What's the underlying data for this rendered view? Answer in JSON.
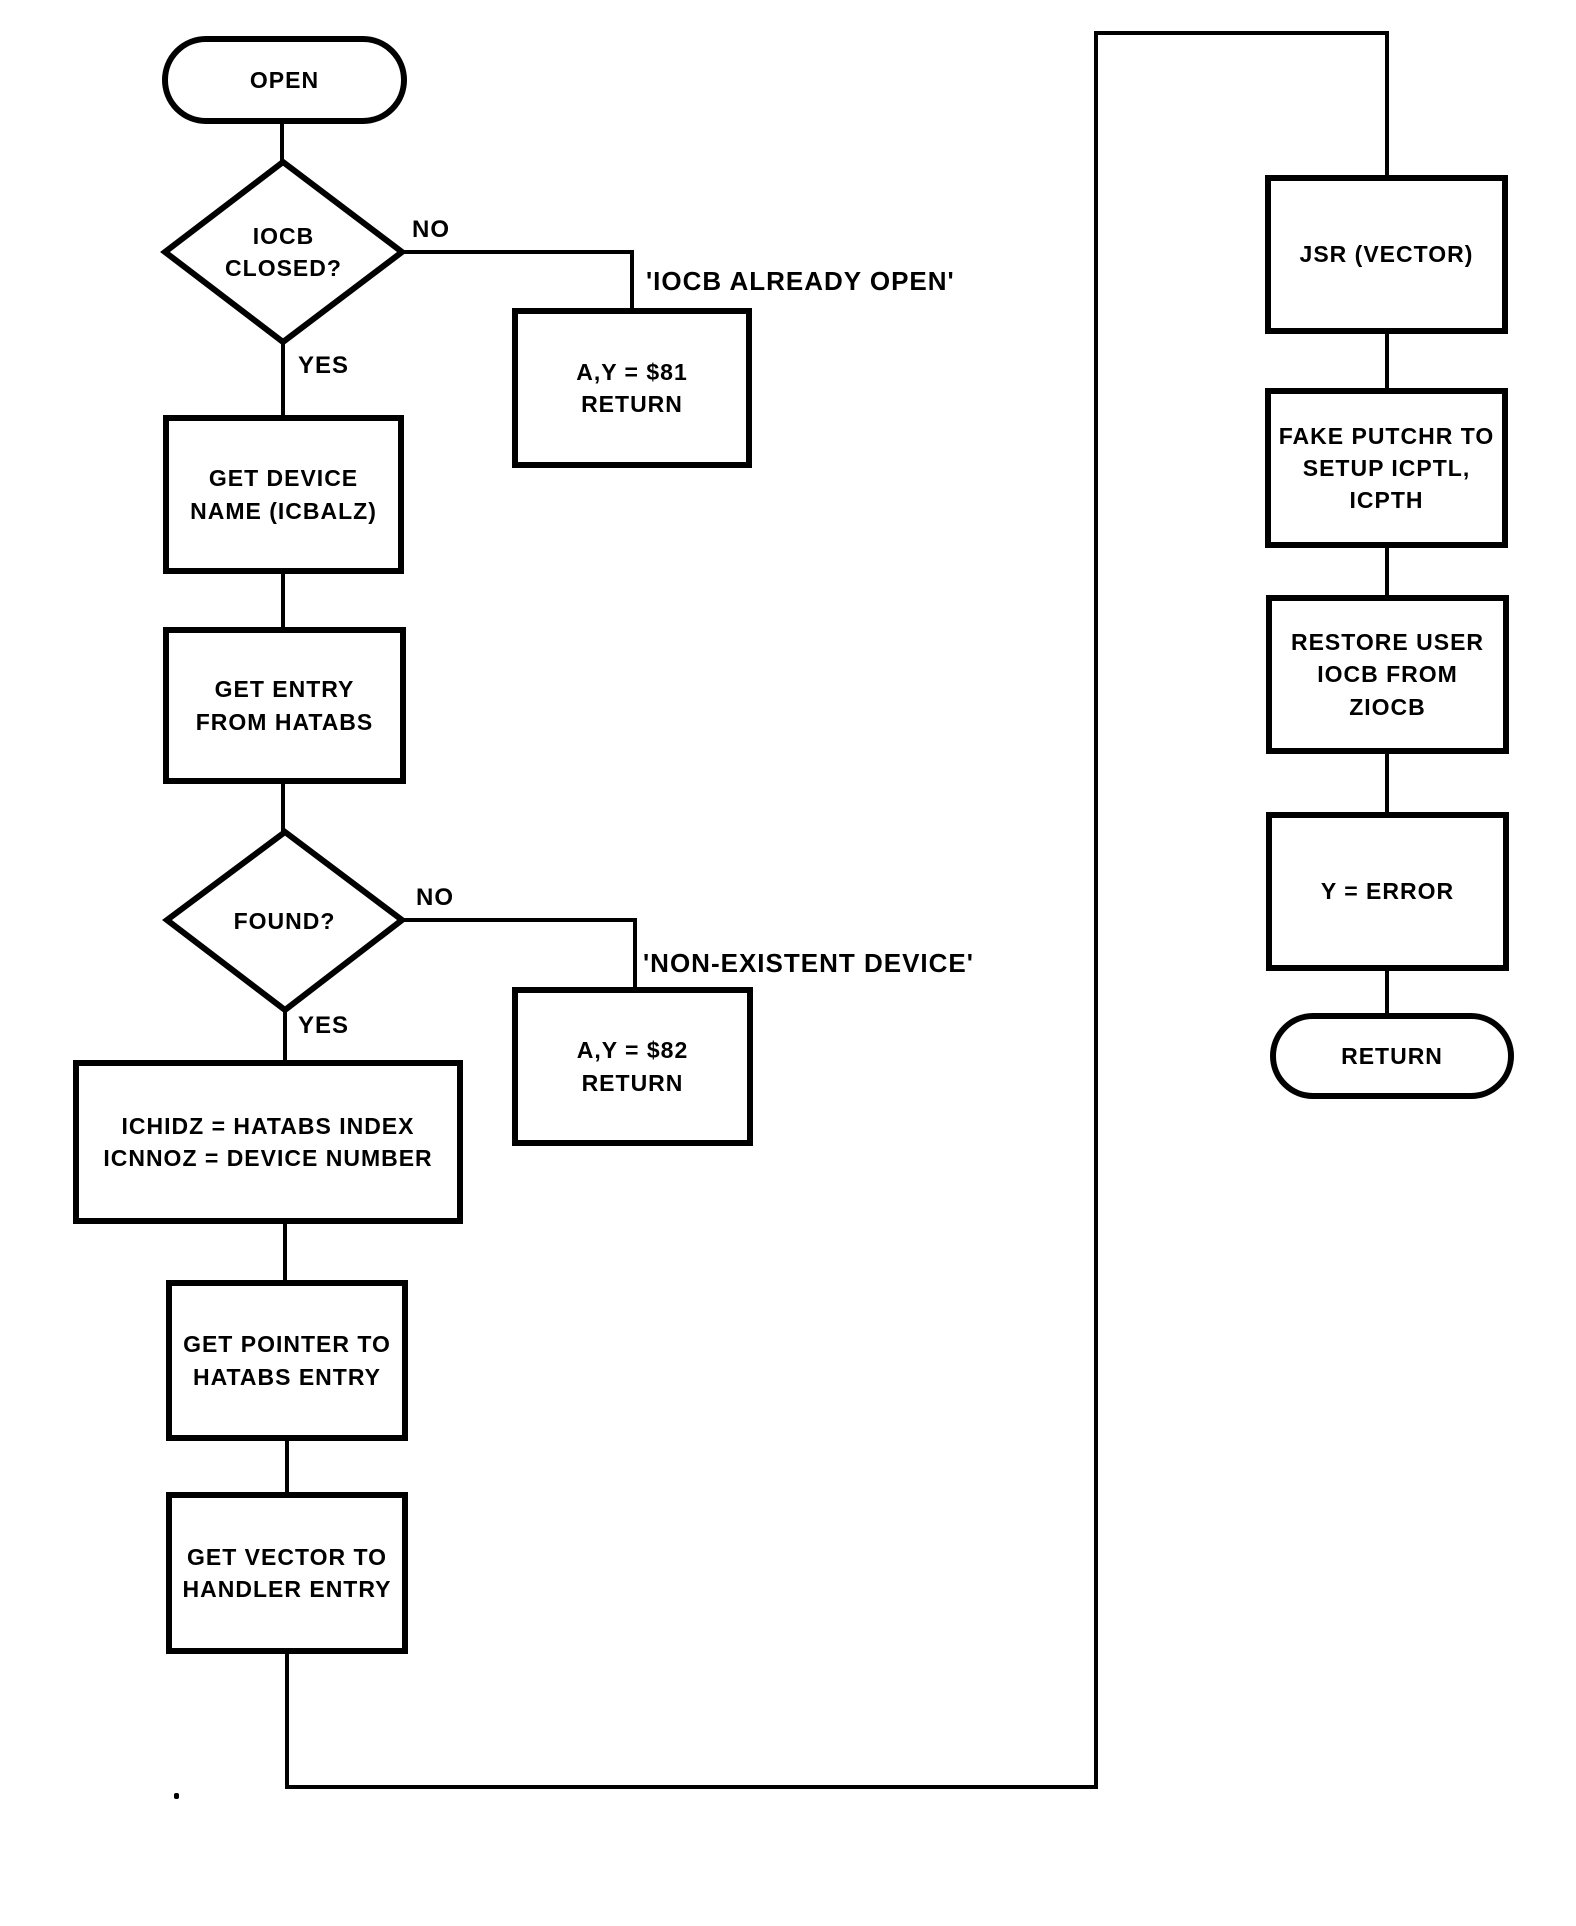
{
  "diagram": {
    "title_node": "OPEN",
    "colors": {
      "ink": "#000000",
      "paper": "#ffffff"
    },
    "nodes": {
      "open": {
        "type": "terminal",
        "label": "OPEN"
      },
      "iocb_closed": {
        "type": "decision",
        "label": "IOCB\nCLOSED?"
      },
      "ay81": {
        "type": "process",
        "label": "A,Y = $81\nRETURN"
      },
      "get_device": {
        "type": "process",
        "label": "GET DEVICE\nNAME (ICBALZ)"
      },
      "get_entry": {
        "type": "process",
        "label": "GET ENTRY\nFROM HATABS"
      },
      "found": {
        "type": "decision",
        "label": "FOUND?"
      },
      "ay82": {
        "type": "process",
        "label": "A,Y = $82\nRETURN"
      },
      "ichidz": {
        "type": "process",
        "label": "ICHIDZ = HATABS INDEX\nICNNOZ = DEVICE NUMBER"
      },
      "get_pointer": {
        "type": "process",
        "label": "GET POINTER TO\nHATABS ENTRY"
      },
      "get_vector": {
        "type": "process",
        "label": "GET VECTOR TO\nHANDLER ENTRY"
      },
      "jsr_vector": {
        "type": "process",
        "label": "JSR (VECTOR)"
      },
      "fake_putchr": {
        "type": "process",
        "label": "FAKE PUTCHR TO\nSETUP ICPTL,\nICPTH"
      },
      "restore_iocb": {
        "type": "process",
        "label": "RESTORE USER\nIOCB FROM\nZIOCB"
      },
      "y_error": {
        "type": "process",
        "label": "Y = ERROR"
      },
      "return_end": {
        "type": "terminal",
        "label": "RETURN"
      }
    },
    "edge_labels": {
      "iocb_closed_no": "NO",
      "iocb_closed_yes": "YES",
      "found_no": "NO",
      "found_yes": "YES"
    },
    "annotations": {
      "iocb_already_open": "'IOCB ALREADY OPEN'",
      "non_existent_device": "'NON-EXISTENT DEVICE'"
    }
  }
}
